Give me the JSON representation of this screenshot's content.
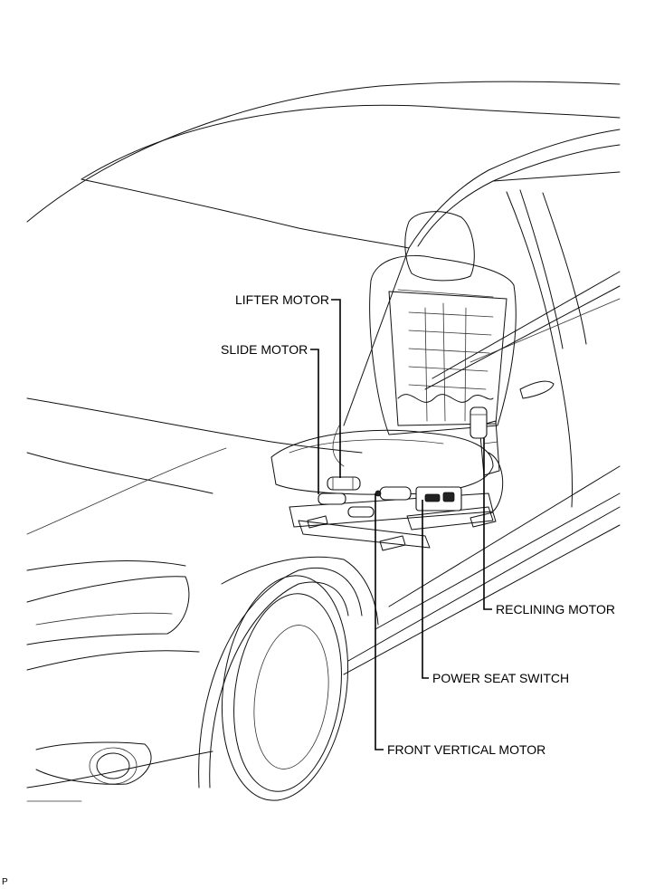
{
  "diagram": {
    "labels": {
      "lifter_motor": "LIFTER MOTOR",
      "slide_motor": "SLIDE MOTOR",
      "reclining_motor": "RECLINING MOTOR",
      "power_seat_switch": "POWER SEAT SWITCH",
      "front_vertical_motor": "FRONT VERTICAL MOTOR"
    },
    "footer_mark": "P"
  }
}
